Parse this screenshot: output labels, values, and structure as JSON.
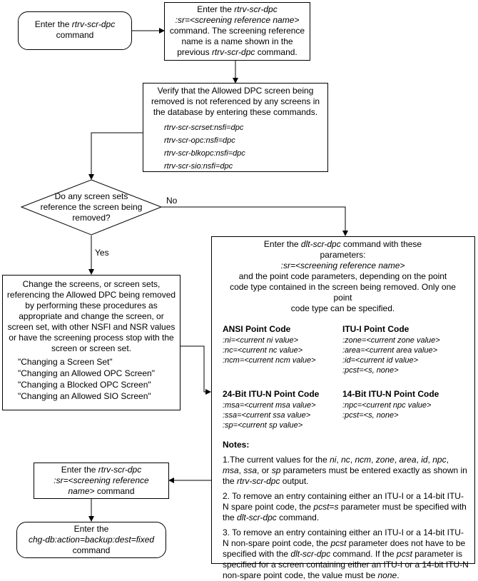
{
  "start": {
    "pre": "Enter the ",
    "cmd": "rtrv-scr-dpc",
    "post": "command"
  },
  "step1": {
    "pre": "Enter the ",
    "cmd": "rtrv-scr-dpc",
    "param": ":sr=<screening reference name>",
    "text1": "command. The screening reference",
    "text2": "name is a name shown in the",
    "text3_pre": "previous ",
    "text3_cmd": "rtrv-scr-dpc",
    "text3_post": " command."
  },
  "verify": {
    "line1": "Verify that the Allowed DPC screen being",
    "line2": "removed is not referenced by any screens in",
    "line3": "the database by entering these commands.",
    "cmds": [
      "rtrv-scr-scrset:nsfi=dpc",
      "rtrv-scr-opc:nsfi=dpc",
      "rtrv-scr-blkopc:nsfi=dpc",
      "rtrv-scr-sio:nsfi=dpc"
    ]
  },
  "decision": {
    "line1": "Do any screen sets",
    "line2": "reference the screen being",
    "line3": "removed?",
    "no_label": "No",
    "yes_label": "Yes"
  },
  "change": {
    "lines": [
      "Change the screens, or screen sets,",
      "referencing the Allowed DPC being removed",
      "by performing these procedures as",
      "appropriate and change the screen, or",
      "screen set, with other NSFI and NSR values",
      "or have the screening process stop with the",
      "screen or screen set."
    ],
    "procedures": [
      "\"Changing a Screen Set\"",
      "\"Changing an Allowed OPC Screen\"",
      "\"Changing a Blocked OPC Screen\"",
      "\"Changing an Allowed SIO Screen\""
    ]
  },
  "dlt": {
    "pre": "Enter the ",
    "cmd": "dlt-scr-dpc",
    "post": " command with these",
    "params_word": "parameters:",
    "param": ":sr=<screening reference name>",
    "l4": "and the point code parameters, depending on the point",
    "l5": "code type contained in the screen being removed. Only one point",
    "l6": "code type can be specified.",
    "ansi_title": "ANSI Point Code",
    "ansi": [
      ":ni=<current ni value>",
      ":nc=<current nc value>",
      ":ncm=<current ncm value>"
    ],
    "itui_title": "ITU-I Point Code",
    "itui": [
      ":zone=<current zone value>",
      ":area=<current area value>",
      ":id=<current id value>",
      ":pcst=<s, none>"
    ],
    "b24_title": "24-Bit ITU-N Point Code",
    "b24": [
      ":msa=<current msa value>",
      ":ssa=<current ssa value>",
      ":sp=<current sp value>"
    ],
    "b14_title": "14-Bit ITU-N Point Code",
    "b14": [
      ":npc=<current npc value>",
      ":pcst=<s, none>"
    ],
    "notes_title": "Notes:",
    "note1": {
      "pre": "1.The current values for the ",
      "p1": "ni",
      "c1": ", ",
      "p2": "nc",
      "c2": ", ",
      "p3": "ncm",
      "c3": ", ",
      "p4": "zone",
      "c4": ", ",
      "p5": "area",
      "c5": ", ",
      "p6": "id",
      "c6": ", ",
      "p7": "npc",
      "c7": ",",
      "p8": "msa",
      "c8": ", ",
      "p9": "ssa",
      "c9": ", or ",
      "p10": "sp",
      "mid": " parameters must be entered exactly as shown in the ",
      "cmd": "rtrv-scr-dpc",
      "post": " output."
    },
    "note2": {
      "pre": "2. To remove an entry containing either an ITU-I or a 14-bit ITU-N spare point code, the ",
      "param": "pcst=s",
      "mid": " parameter must be specified with the ",
      "cmd": "dlt-scr-dpc",
      "post": " command."
    },
    "note3": {
      "pre": "3. To remove an entry containing either an ITU-I or a 14-bit ITU-N non-spare point code, the ",
      "p1": "pcst",
      "mid1": " parameter does not have to be specified with the ",
      "cmd": "dlt-scr-dpc",
      "mid2": " command.  If the ",
      "p2": "pcst",
      "mid3": " parameter is specified for a screen containing either an ITU-I or a 14-bit ITU-N non-spare point code, the value must be ",
      "val": "none",
      "post": "."
    }
  },
  "rtrv2": {
    "pre": "Enter the ",
    "cmd": "rtrv-scr-dpc",
    "param1": ":sr=<screening reference",
    "param2": "name>",
    "post": " command"
  },
  "end": {
    "pre": "Enter the",
    "cmd": "chg-db:action=backup:dest=fixed",
    "post": "command"
  }
}
